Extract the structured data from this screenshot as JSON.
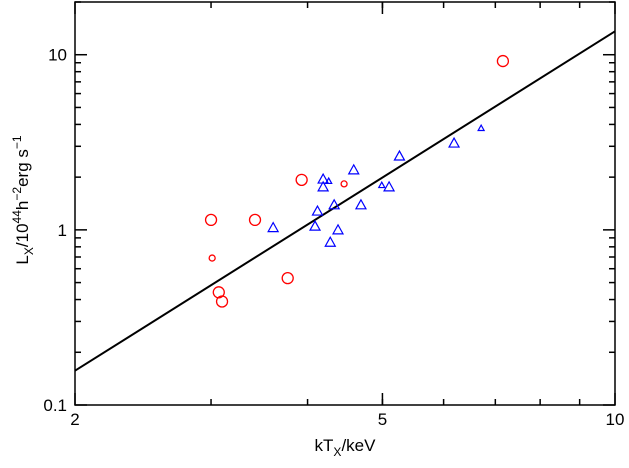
{
  "chart_data": {
    "type": "scatter",
    "title": "",
    "xlabel": {
      "base": "kT",
      "sub": "X",
      "rest": "/keV"
    },
    "ylabel": {
      "base": "L",
      "sub": "X",
      "mid": "/10",
      "sup1": "44",
      "h": "h",
      "sup2": "−2",
      "erg": "erg s",
      "sup3": "−1"
    },
    "xscale": "log",
    "yscale": "log",
    "xlim": [
      2,
      10
    ],
    "ylim": [
      0.1,
      20
    ],
    "xticks": [
      {
        "v": 2,
        "label": "2"
      },
      {
        "v": 5,
        "label": "5"
      },
      {
        "v": 10,
        "label": "10"
      }
    ],
    "yticks": [
      {
        "v": 0.1,
        "label": "0.1"
      },
      {
        "v": 1,
        "label": "1"
      },
      {
        "v": 10,
        "label": "10"
      }
    ],
    "grid": false,
    "colors": {
      "circles": "#ff0000",
      "triangles": "#0000ff",
      "line": "#000000"
    },
    "series": [
      {
        "marker": "circle",
        "size": "large",
        "points": [
          [
            3.0,
            1.14
          ],
          [
            3.07,
            0.44
          ],
          [
            3.1,
            0.39
          ],
          [
            3.42,
            1.14
          ],
          [
            3.77,
            0.53
          ],
          [
            3.93,
            1.93
          ],
          [
            7.16,
            9.2
          ]
        ]
      },
      {
        "marker": "circle",
        "size": "small",
        "points": [
          [
            3.01,
            0.69
          ],
          [
            4.46,
            1.83
          ]
        ]
      },
      {
        "marker": "triangle",
        "size": "large",
        "points": [
          [
            3.61,
            1.03
          ],
          [
            4.12,
            1.28
          ],
          [
            4.09,
            1.05
          ],
          [
            4.19,
            1.95
          ],
          [
            4.19,
            1.76
          ],
          [
            4.33,
            1.39
          ],
          [
            4.38,
            1.0
          ],
          [
            4.28,
            0.85
          ],
          [
            4.59,
            2.2
          ],
          [
            4.69,
            1.39
          ],
          [
            5.1,
            1.76
          ],
          [
            5.26,
            2.64
          ],
          [
            6.19,
            3.13
          ]
        ]
      },
      {
        "marker": "triangle",
        "size": "small",
        "points": [
          [
            4.26,
            1.9
          ],
          [
            4.99,
            1.8
          ],
          [
            6.71,
            3.81
          ]
        ]
      }
    ],
    "fit_line": {
      "x": [
        2,
        10
      ],
      "y": [
        0.157,
        13.6
      ]
    }
  }
}
